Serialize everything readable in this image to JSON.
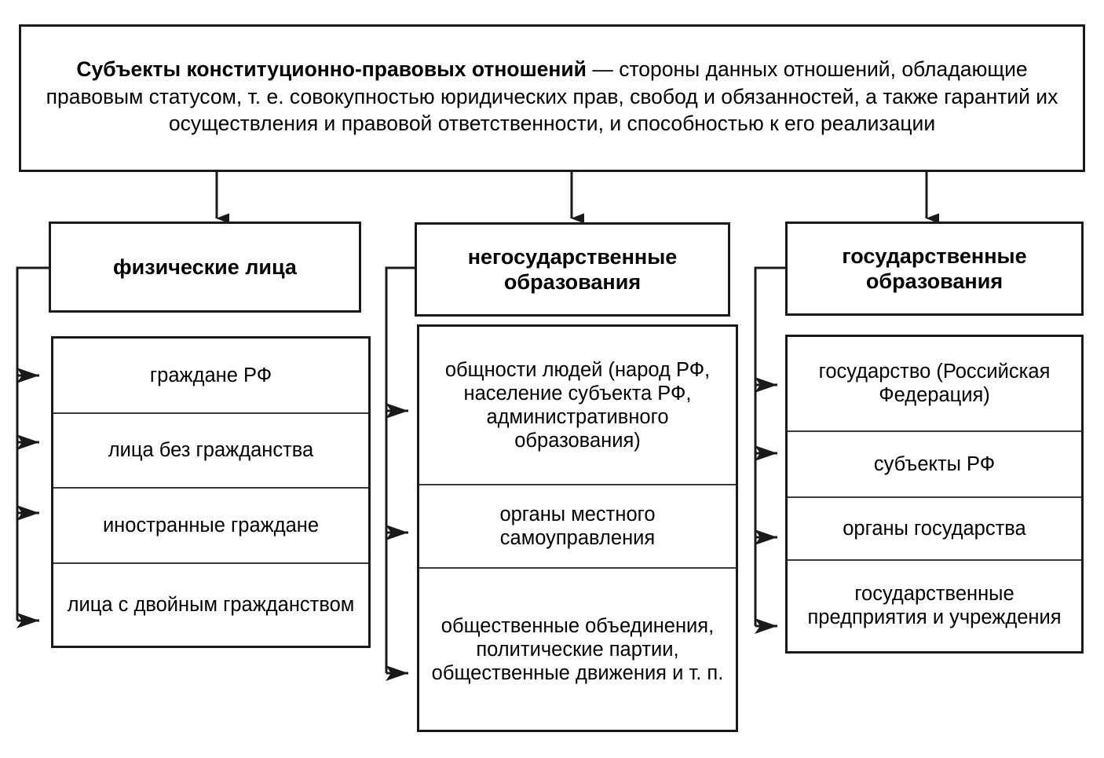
{
  "root": {
    "title_bold": "Субъекты конституционно-правовых отношений",
    "dash": " — ",
    "title_rest": "стороны данных отношений, обладающие правовым статусом, т. е. совокупностью юридических прав, свобод и обязанностей, а также гарантий их осуществления и правовой ответственности, и способностью к его реализации"
  },
  "columns": [
    {
      "id": "individuals",
      "heading": "физические лица",
      "items": [
        "граждане РФ",
        "лица без гражданства",
        "иностранные граждане",
        "лица с двойным гражданством"
      ]
    },
    {
      "id": "non-state",
      "heading": "негосударственные образования",
      "items": [
        "общности людей (народ РФ, население субъекта РФ, административного образования)",
        "органы местного самоуправления",
        "общественные объединения, политические партии, общественные движения и т. п."
      ]
    },
    {
      "id": "state",
      "heading": "государственные образования",
      "items": [
        "государство (Российская Федерация)",
        "субъекты РФ",
        "органы государства",
        "государственные предприятия и учреждения"
      ]
    }
  ],
  "colors": {
    "stroke": "#1a1a1a",
    "divider": "#3a3a3a",
    "background": "#ffffff"
  }
}
